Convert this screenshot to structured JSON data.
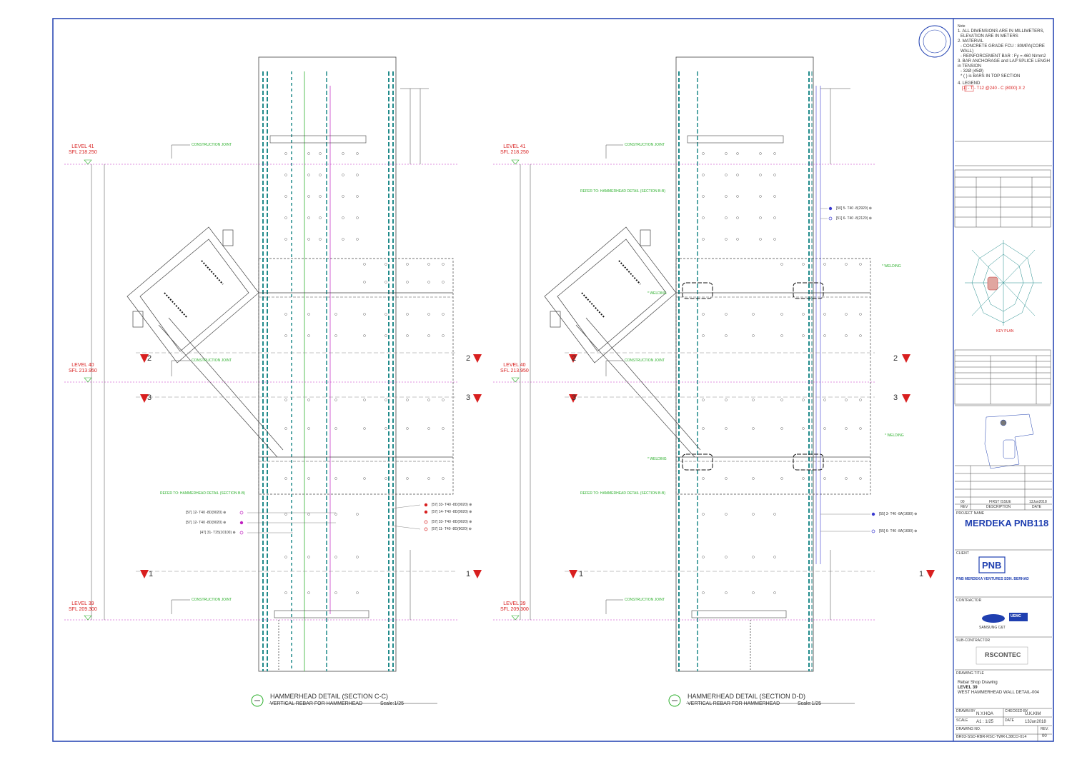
{
  "notes": {
    "heading": "Note",
    "lines": [
      "1. ALL DIMENSIONS ARE IN MILLIMETERS,",
      "ELEVATION ARE IN METERS",
      "2. MATERIAL",
      "- CONCRETE GRADE FCU : 80MPA(CORE WALL)",
      "- REINFORCEMENT BAR : Fy = 460 N/mm2",
      "3. BAR ANCHORAGE and LAP SPLICE LENGH in TENSION",
      "- 32Ø (45Ø)",
      "* ( ) is BARS IN TOP SECTION",
      "4. LEGEND"
    ],
    "legend_code": "[1] - T - T12 @240 - C (8000) X 2"
  },
  "key_plan_label": "KEY PLAN",
  "project": {
    "name_label": "PROJECT NAME",
    "name": "MERDEKA PNB118",
    "client_label": "CLIENT",
    "client_logo": "PNB",
    "client_name": "PNB MERDEKA VENTURES SDN. BERHAD",
    "contractor_label": "CONTRACTOR",
    "contractor_logos": [
      "SAMSUNG C&T",
      "UEMC"
    ],
    "subcontractor_label": "SUB-CONTRACTOR",
    "subcontractor": "RSCONTEC"
  },
  "revision": {
    "rev": "00",
    "description": "FIRST ISSUE",
    "date": "13Jun2018",
    "headers": [
      "REV",
      "DESCRIPTION",
      "DATE"
    ]
  },
  "drawing": {
    "title_label": "DRAWING TITLE",
    "title_lines": [
      "Rebar Shop Drawing",
      "LEVEL 39",
      "WEST HAMMERHEAD WALL DETAIL-004"
    ],
    "drawn_by_label": "DRAWN BY",
    "drawn_by": "N.Y.HOA",
    "checked_by_label": "CHECKED BY",
    "checked_by": "U.K.KIM",
    "scale_label": "SCALE",
    "scale": "A1 : 1/25",
    "date_label": "DATE",
    "date": "13Jun2018",
    "number_label": "DRAWING NO.",
    "number": "BR03-SSD-RBR-RSC-TWR-L38CO-014",
    "rev_label": "REV.",
    "rev": "00"
  },
  "levels": [
    {
      "name": "LEVEL 41",
      "sfl": "SFL 218.250"
    },
    {
      "name": "LEVEL 40",
      "sfl": "SFL 213.950"
    },
    {
      "name": "LEVEL 39",
      "sfl": "SFL 209.300"
    }
  ],
  "annotations": {
    "construction_joint": "CONSTRUCTION JOINT",
    "refer_hammerhead": "REFER TO: HAMMERHEAD DETAIL (SECTION B-B)",
    "welding": "* WELDING"
  },
  "section_marks": [
    "1",
    "2",
    "3"
  ],
  "views": [
    {
      "title": "HAMMERHEAD DETAIL (SECTION C-C)",
      "subtitle": "VERTICAL REBAR FOR  HAMMERHEAD",
      "scale": "Scale:1/25",
      "bars_left": [
        "[57] 12- T40 -8D(9020) ⊕",
        "[57] 12- T40 -8D(9020) ⊕",
        "[47] 31- T25(10100) ⊕"
      ],
      "bars_right": [
        "[57] 33- T40 -8D(9020) ⊕",
        "[57] 14- T40 -8D(9020) ⊕",
        "[57] 33- T40 -8D(9020) ⊕",
        "[57] 11- T40 -8D(9020) ⊕"
      ]
    },
    {
      "title": "HAMMERHEAD DETAIL (SECTION D-D)",
      "subtitle": "VERTICAL REBAR FOR  HAMMERHEAD",
      "scale": "Scale:1/25",
      "bars_top": [
        "[50] 5- T40 -8(2920) ⊕",
        "[51] 6- T40 -8(2120) ⊕"
      ],
      "bars_bottom": [
        "[55] 3- T40 -8A(1690) ⊕",
        "[55] 6- T40 -8A(1690) ⊕"
      ]
    }
  ],
  "colors": {
    "frame": "#1f3fb0",
    "level_red": "#d81f1f",
    "green": "#2fb02f",
    "teal": "#1f8a8a",
    "magenta": "#c020c0",
    "blue_bar": "#3a3ad0"
  }
}
